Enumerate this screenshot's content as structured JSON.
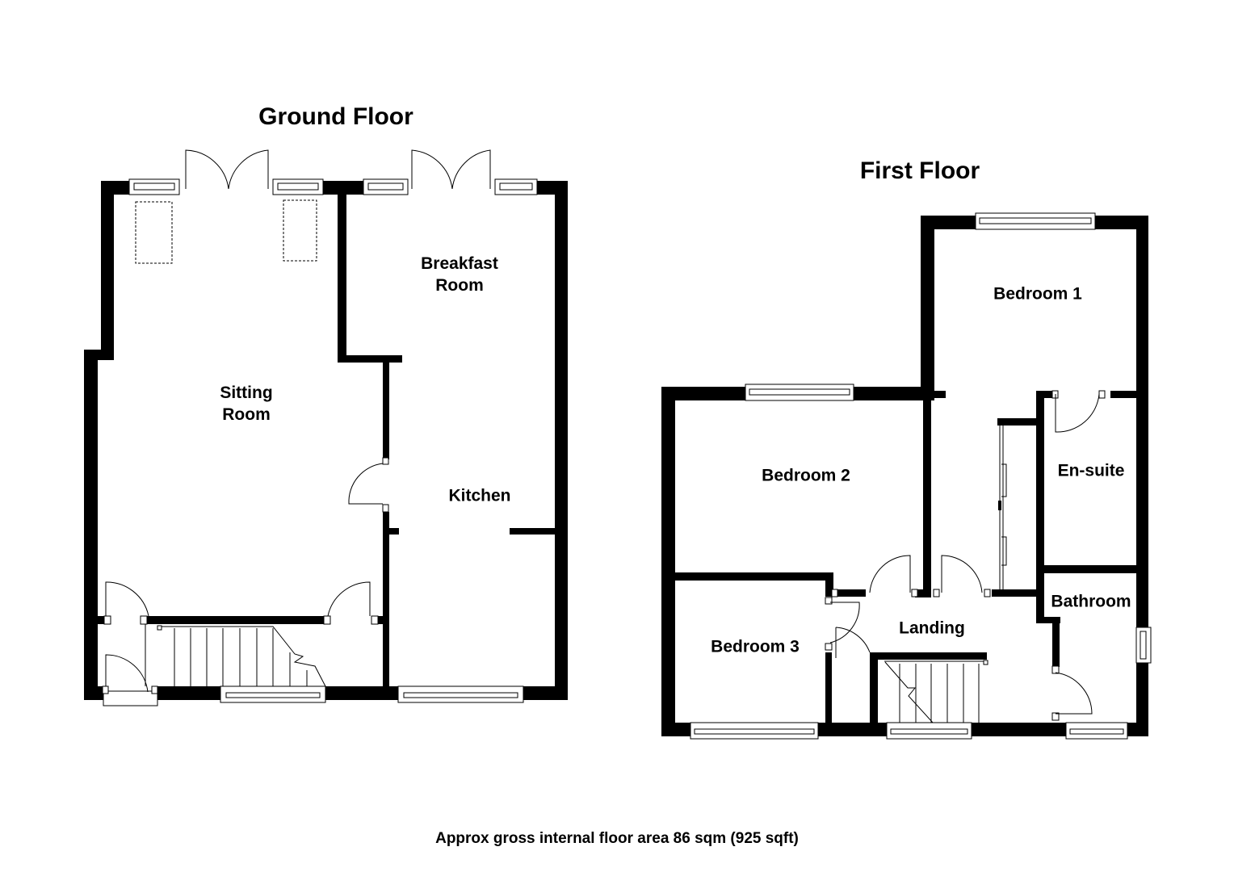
{
  "floors": [
    {
      "id": "ground",
      "title": "Ground Floor",
      "rooms": [
        {
          "name": "Sitting Room",
          "label": "Sitting\nRoom"
        },
        {
          "name": "Breakfast Room",
          "label": "Breakfast\nRoom"
        },
        {
          "name": "Kitchen",
          "label": "Kitchen"
        }
      ]
    },
    {
      "id": "first",
      "title": "First Floor",
      "rooms": [
        {
          "name": "Bedroom 1",
          "label": "Bedroom 1"
        },
        {
          "name": "Bedroom 2",
          "label": "Bedroom 2"
        },
        {
          "name": "Bedroom 3",
          "label": "Bedroom 3"
        },
        {
          "name": "En-suite",
          "label": "En-suite"
        },
        {
          "name": "Bathroom",
          "label": "Bathroom"
        },
        {
          "name": "Landing",
          "label": "Landing"
        }
      ]
    }
  ],
  "footer": {
    "area_text": "Approx gross internal floor area 86 sqm (925 sqft)"
  },
  "colors": {
    "wall": "#000000",
    "background": "#ffffff"
  }
}
